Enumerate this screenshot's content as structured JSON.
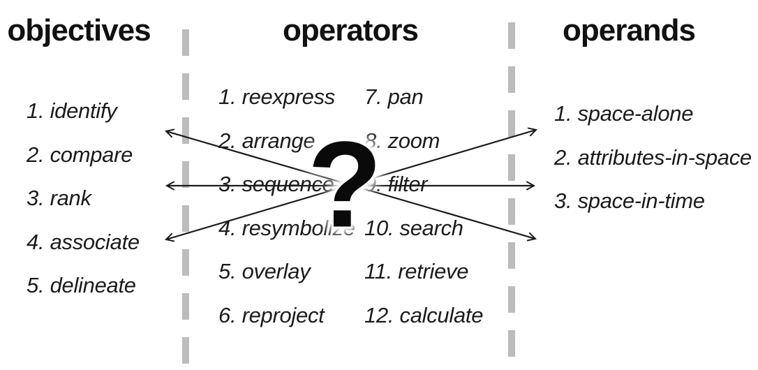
{
  "diagram": {
    "center_symbol": "?",
    "columns": {
      "objectives": {
        "title": "objectives",
        "items": [
          "1. identify",
          "2. compare",
          "3. rank",
          "4. associate",
          "5. delineate"
        ]
      },
      "operators": {
        "title": "operators",
        "items_left": [
          "1. reexpress",
          "2. arrange",
          "3. sequence",
          "4. resymbolize",
          "5. overlay",
          "6. reproject"
        ],
        "items_right": [
          "7. pan",
          "8. zoom",
          "9. filter",
          "10. search",
          "11. retrieve",
          "12. calculate"
        ]
      },
      "operands": {
        "title": "operands",
        "items": [
          "1. space-alone",
          "2. attributes-in-space",
          "3. space-in-time"
        ]
      }
    },
    "colors": {
      "text": "#161616",
      "arrow": "#1a1a1a",
      "divider_dash": "#bcbcbc",
      "background": "#ffffff"
    }
  }
}
